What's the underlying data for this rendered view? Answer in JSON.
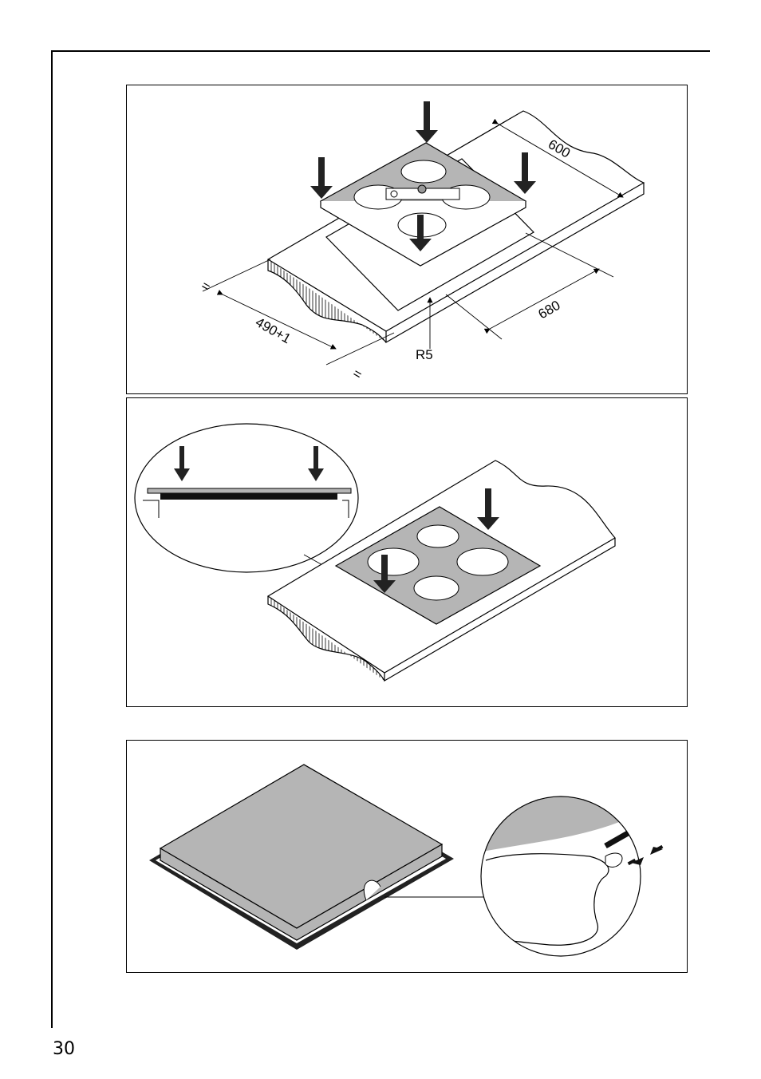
{
  "page": {
    "number": "30"
  },
  "figure1": {
    "dimensions": {
      "width": "600",
      "depth": "680",
      "cutout": "490+1",
      "radius": "R5",
      "equal_left": "=",
      "equal_right": "="
    }
  },
  "colors": {
    "hob_surface": "#b5b5b5",
    "line": "#000000"
  }
}
